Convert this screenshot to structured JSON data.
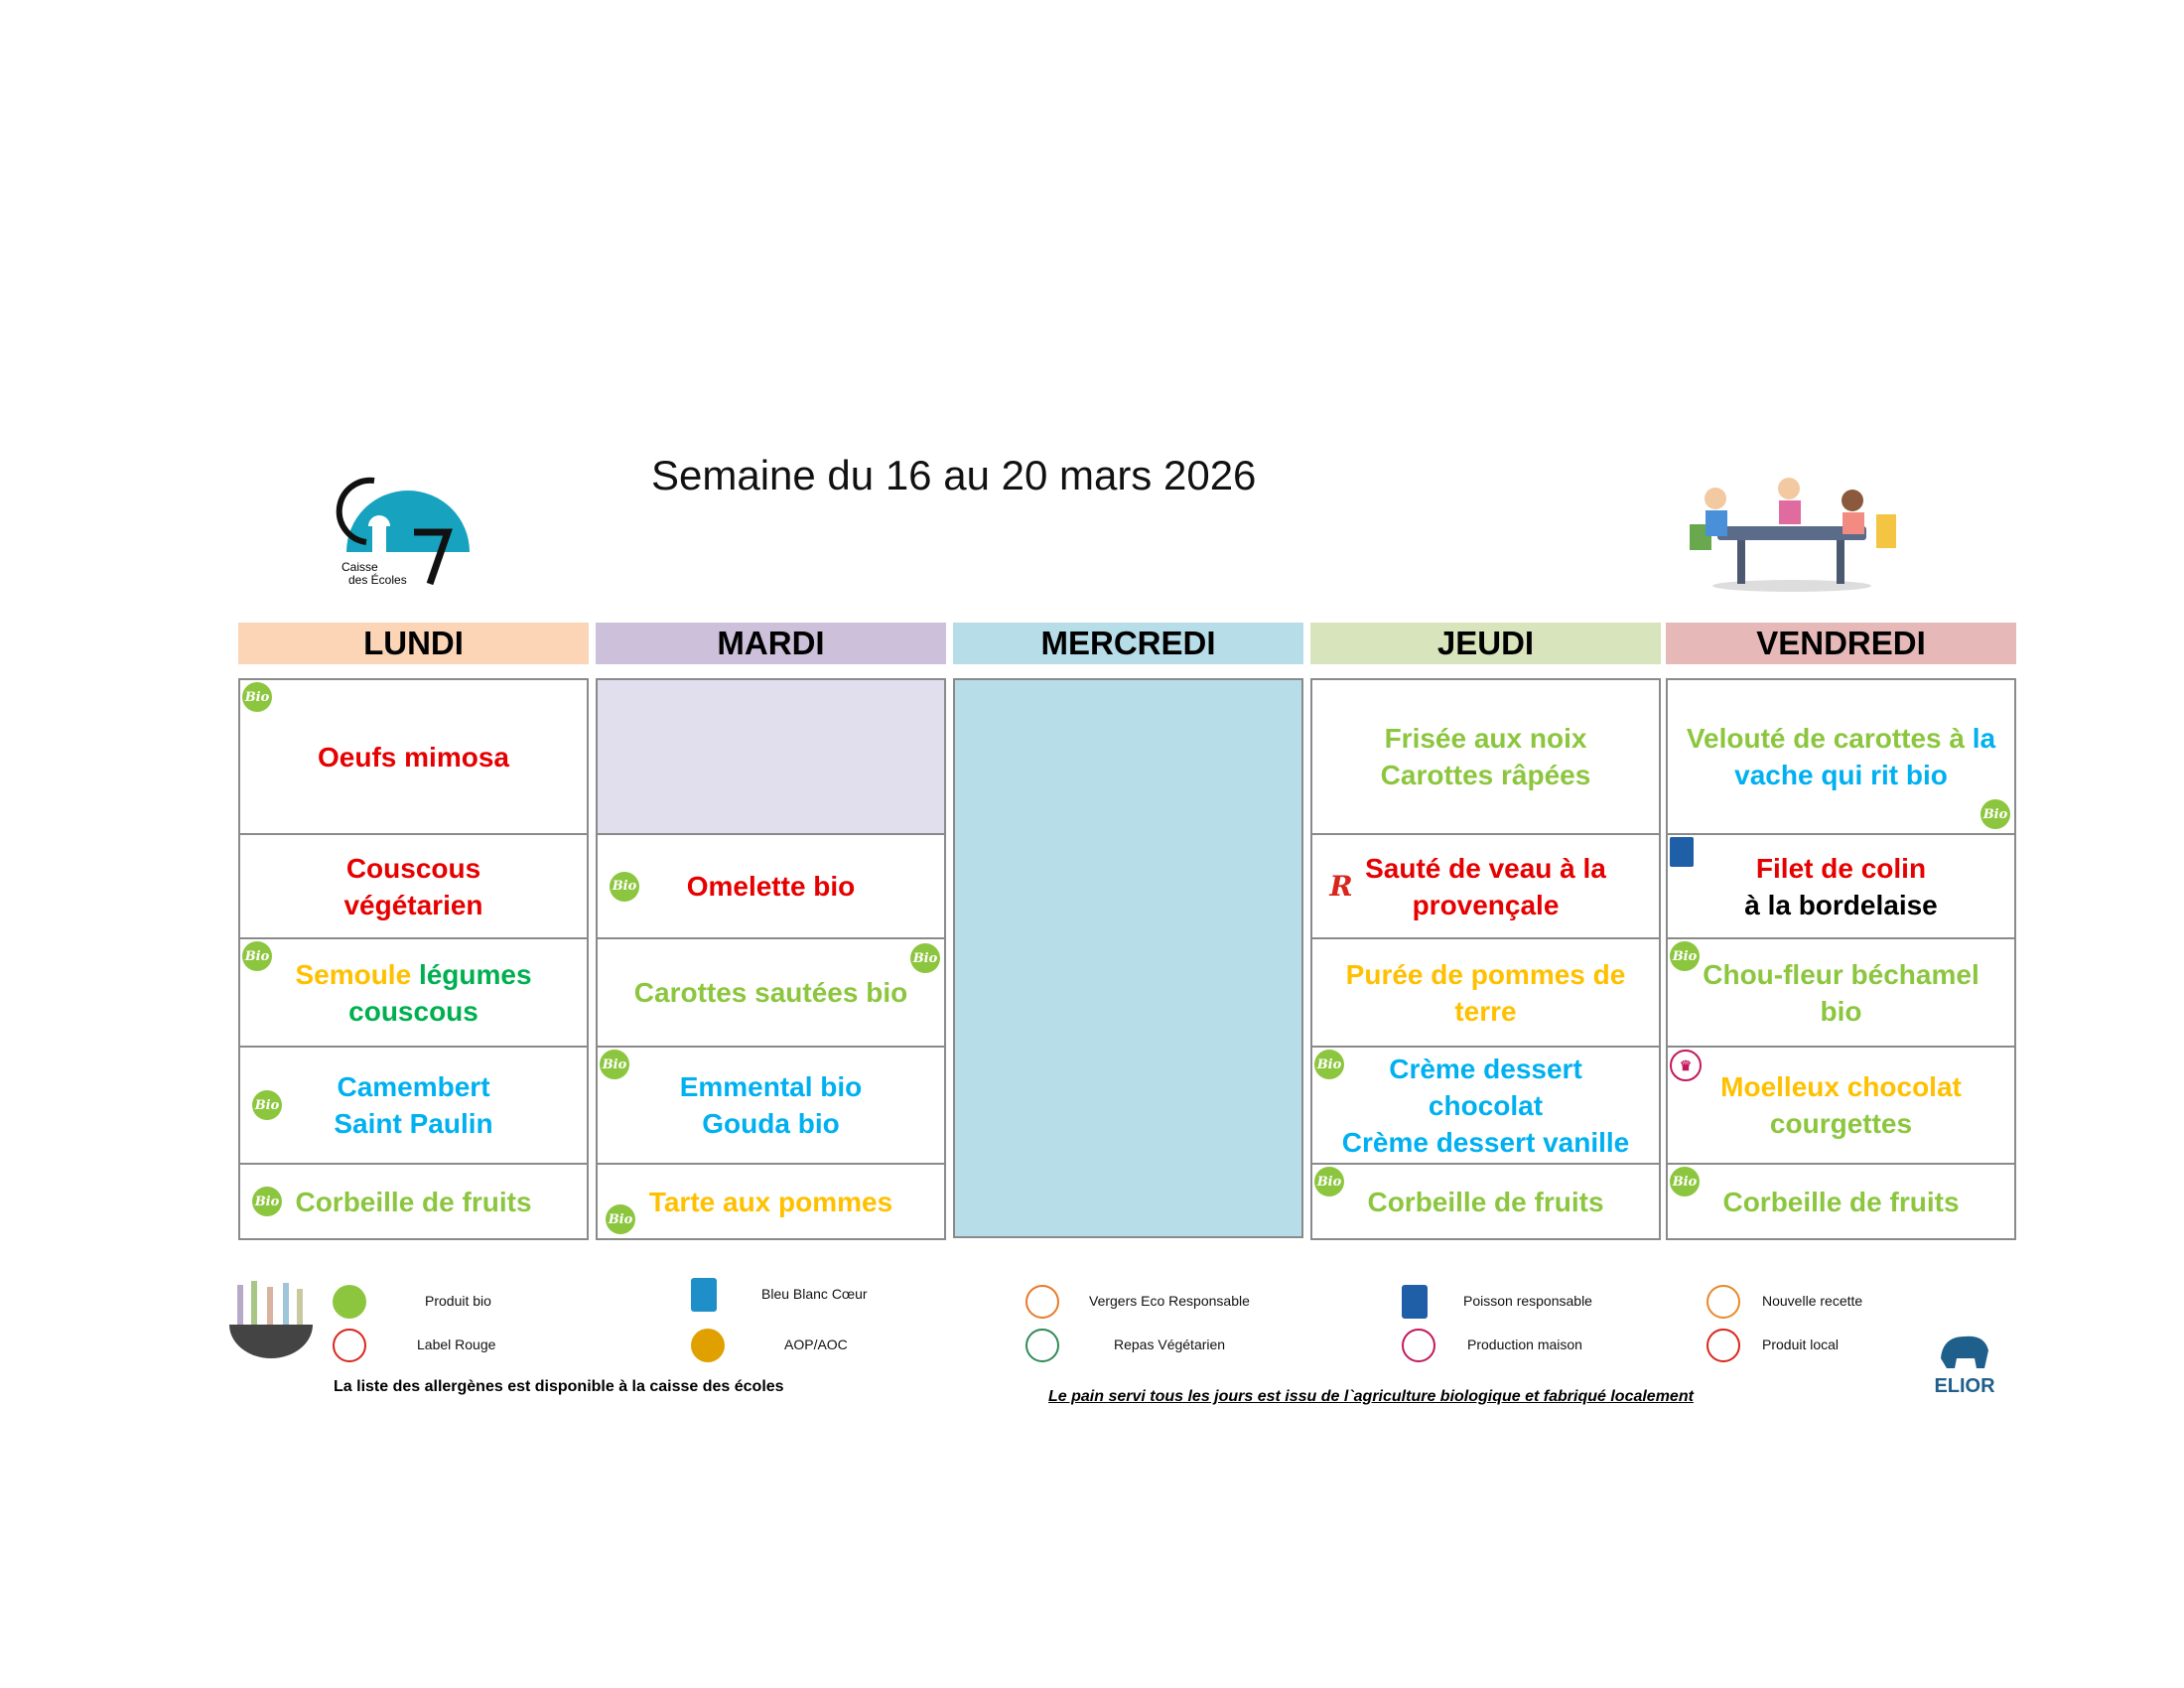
{
  "title": "Semaine du 16 au 20 mars 2026",
  "logo": {
    "text_line1": "Caisse",
    "text_line2": "des Écoles",
    "number": "7"
  },
  "colors": {
    "red": "#e60000",
    "lime": "#8cc63f",
    "blue": "#00b0f0",
    "yellow": "#ffc000",
    "green": "#00b050",
    "black": "#000000"
  },
  "days": [
    {
      "label": "LUNDI",
      "header_color": "#fbd5b5"
    },
    {
      "label": "MARDI",
      "header_color": "#ccc0da"
    },
    {
      "label": "MERCREDI",
      "header_color": "#b7dee8"
    },
    {
      "label": "JEUDI",
      "header_color": "#d7e4bc"
    },
    {
      "label": "VENDREDI",
      "header_color": "#e6b9b8"
    }
  ],
  "menu": [
    [
      {
        "icon": {
          "type": "bio",
          "pos": "top-left"
        },
        "lines": [
          [
            {
              "t": "Oeufs mimosa",
              "c": "red"
            }
          ]
        ]
      },
      {
        "lines": [
          [
            {
              "t": "Couscous",
              "c": "red"
            }
          ],
          [
            {
              "t": "végétarien",
              "c": "red"
            }
          ]
        ]
      },
      {
        "icon": {
          "type": "bio",
          "pos": "top-left"
        },
        "lines": [
          [
            {
              "t": "Semoule ",
              "c": "yellow"
            },
            {
              "t": "légumes",
              "c": "green"
            }
          ],
          [
            {
              "t": "couscous",
              "c": "green"
            }
          ]
        ]
      },
      {
        "icon": {
          "type": "bio",
          "pos": "left"
        },
        "lines": [
          [
            {
              "t": "Camembert",
              "c": "blue"
            }
          ],
          [
            {
              "t": "Saint Paulin",
              "c": "blue"
            }
          ]
        ]
      },
      {
        "icon": {
          "type": "bio",
          "pos": "left"
        },
        "lines": [
          [
            {
              "t": "Corbeille de fruits",
              "c": "lime"
            }
          ]
        ]
      }
    ],
    [
      {
        "bg": "#e1dfee",
        "lines": []
      },
      {
        "icon": {
          "type": "bio",
          "pos": "left"
        },
        "lines": [
          [
            {
              "t": "Omelette bio",
              "c": "red"
            }
          ]
        ]
      },
      {
        "icon": {
          "type": "bio",
          "pos": "top-right"
        },
        "lines": [
          [
            {
              "t": "Carottes sautées bio",
              "c": "lime"
            }
          ]
        ]
      },
      {
        "icon": {
          "type": "bio",
          "pos": "top-left"
        },
        "lines": [
          [
            {
              "t": "Emmental bio",
              "c": "blue"
            }
          ],
          [
            {
              "t": "Gouda bio",
              "c": "blue"
            }
          ]
        ]
      },
      {
        "icon": {
          "type": "bio",
          "pos": "bottom-left"
        },
        "lines": [
          [
            {
              "t": "Tarte aux pommes",
              "c": "yellow"
            }
          ]
        ]
      }
    ],
    [],
    [
      {
        "lines": [
          [
            {
              "t": "Frisée aux noix",
              "c": "lime"
            }
          ],
          [
            {
              "t": "Carottes râpées",
              "c": "lime"
            }
          ]
        ]
      },
      {
        "icon": {
          "type": "label-rouge",
          "pos": "left"
        },
        "lines": [
          [
            {
              "t": "Sauté de veau à la",
              "c": "red"
            }
          ],
          [
            {
              "t": "provençale",
              "c": "red"
            }
          ]
        ]
      },
      {
        "lines": [
          [
            {
              "t": "Purée de pommes de",
              "c": "yellow"
            }
          ],
          [
            {
              "t": "terre",
              "c": "yellow"
            }
          ]
        ]
      },
      {
        "icon": {
          "type": "bio",
          "pos": "top-left"
        },
        "lines": [
          [
            {
              "t": "Crème dessert",
              "c": "blue"
            }
          ],
          [
            {
              "t": "chocolat",
              "c": "blue"
            }
          ],
          [
            {
              "t": "Crème dessert vanille",
              "c": "blue"
            }
          ]
        ]
      },
      {
        "icon": {
          "type": "bio",
          "pos": "top-left"
        },
        "lines": [
          [
            {
              "t": "Corbeille de fruits",
              "c": "lime"
            }
          ]
        ]
      }
    ],
    [
      {
        "icon": {
          "type": "bio",
          "pos": "bottom-right"
        },
        "lines": [
          [
            {
              "t": "Velouté de carottes à ",
              "c": "lime"
            },
            {
              "t": "la",
              "c": "blue"
            }
          ],
          [
            {
              "t": "vache qui rit bio",
              "c": "blue"
            }
          ]
        ]
      },
      {
        "icon": {
          "type": "poisson-responsable",
          "pos": "top-left"
        },
        "lines": [
          [
            {
              "t": "Filet de colin",
              "c": "red"
            }
          ],
          [
            {
              "t": "à la bordelaise",
              "c": "black"
            }
          ]
        ]
      },
      {
        "icon": {
          "type": "bio",
          "pos": "top-left"
        },
        "lines": [
          [
            {
              "t": "Chou-fleur béchamel",
              "c": "lime"
            }
          ],
          [
            {
              "t": "bio",
              "c": "lime"
            }
          ]
        ]
      },
      {
        "icon": {
          "type": "production-maison",
          "pos": "top-left"
        },
        "lines": [
          [
            {
              "t": "Moelleux chocolat",
              "c": "yellow"
            }
          ],
          [
            {
              "t": "courgettes",
              "c": "lime"
            }
          ]
        ]
      },
      {
        "icon": {
          "type": "bio",
          "pos": "top-left"
        },
        "lines": [
          [
            {
              "t": "Corbeille de fruits",
              "c": "lime"
            }
          ]
        ]
      }
    ]
  ],
  "wednesday_color": "#b7dde8",
  "icon_text": {
    "bio": "Bio",
    "label_rouge": "R",
    "production_maison": "♛"
  },
  "legend": [
    {
      "icon": "bio",
      "label": "Produit bio",
      "color": "#8cc63f"
    },
    {
      "icon": "label-rouge",
      "label": "Label Rouge",
      "color": "#d9261c"
    },
    {
      "icon": "bleu-blanc-coeur",
      "label": "Bleu Blanc Cœur",
      "color": "#1e8fc8"
    },
    {
      "icon": "aop-aoc",
      "label": "AOP/AOC",
      "color": "#e0a000"
    },
    {
      "icon": "vergers-eco-responsable",
      "label": "Vergers Eco Responsable",
      "color": "#e87a2a"
    },
    {
      "icon": "repas-vegetarien",
      "label": "Repas Végétarien",
      "color": "#2e8b57"
    },
    {
      "icon": "poisson-responsable",
      "label": "Poisson responsable",
      "color": "#1f5fa8"
    },
    {
      "icon": "production-maison",
      "label": "Production maison",
      "color": "#c2185b"
    },
    {
      "icon": "nouvelle-recette",
      "label": "Nouvelle recette",
      "color": "#e8892a"
    },
    {
      "icon": "produit-local",
      "label": "Produit local",
      "color": "#d9261c"
    }
  ],
  "allergen_note": "La liste des allergènes est disponible à la caisse des écoles",
  "bread_note": "Le pain servi tous les jours est issu de l`agriculture biologique et fabriqué localement",
  "elior": "ELIOR"
}
